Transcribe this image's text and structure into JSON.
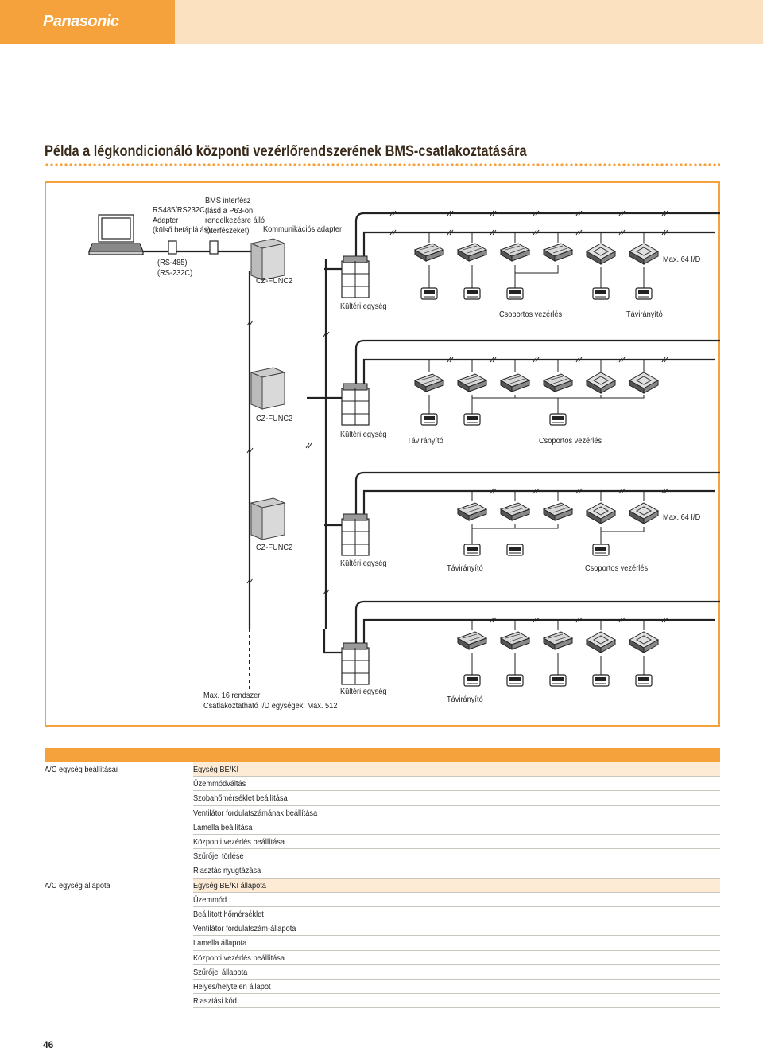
{
  "header": {
    "brand": "Panasonic"
  },
  "title": "Példa a légkondicionáló központi vezérlőrendszerének BMS-csatlakoztatására",
  "diagram": {
    "rs_adapter": [
      "RS485/RS232C",
      "Adapter",
      "(külső betáplálás)"
    ],
    "bms_interface": [
      "BMS interfész",
      "(lásd a P63-on",
      "rendelkezésre álló",
      "interfészeket)"
    ],
    "comm_adapter": "Kommunikációs adapter",
    "rs_types": [
      "(RS-485)",
      "(RS-232C)"
    ],
    "czfunc": "CZ-FUNC2",
    "outdoor": "Kültéri egység",
    "group": "Csoportos vezérlés",
    "remote": "Távirányító",
    "max64": "Max. 64 I/D",
    "max16": "Max. 16 rendszer",
    "connectable": "Csatlakoztatható I/D egységek: Max. 512"
  },
  "table": {
    "settings_label": "A/C egység beállításai",
    "status_label": "A/C egység állapota",
    "settings": [
      "Egység BE/KI",
      "Üzemmódváltás",
      "Szobahőmérséklet beállítása",
      "Ventilátor fordulatszámának beállítása",
      "Lamella beállítása",
      "Központi vezérlés beállítása",
      "Szűrőjel törlése",
      "Riasztás nyugtázása"
    ],
    "status": [
      "Egység BE/KI állapota",
      "Üzemmód",
      "Beállított hőmérséklet",
      "Ventilátor fordulatszám-állapota",
      "Lamella állapota",
      "Központi vezérlés beállítása",
      "Szűrőjel állapota",
      "Helyes/helytelen állapot",
      "Riasztási kód"
    ]
  },
  "page_number": "46",
  "colors": {
    "accent": "#f5a23c",
    "header_bg": "#fbe1bf",
    "highlight": "#fdebd6"
  }
}
